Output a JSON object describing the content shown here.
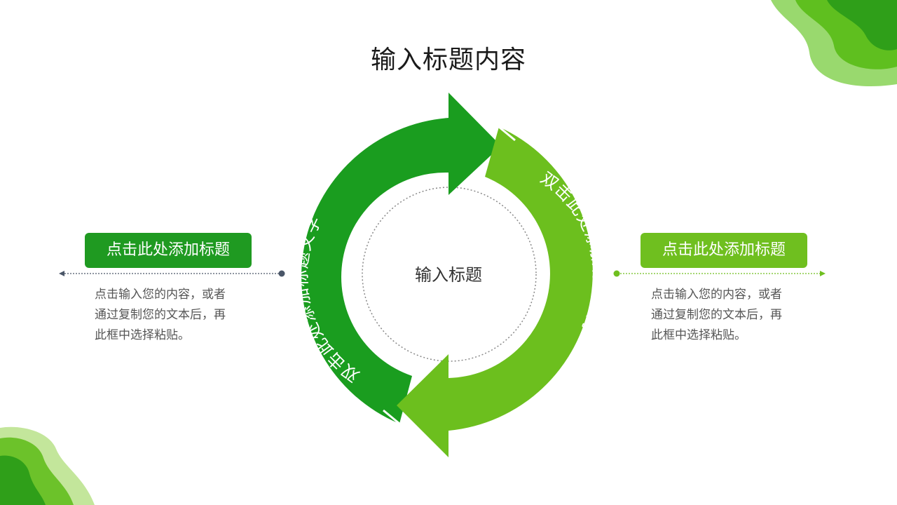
{
  "slide": {
    "title": "输入标题内容",
    "center_label": "输入标题",
    "arc_left_text": "双击此处添加标题文字",
    "arc_right_text": "双击此处添加标题文字"
  },
  "left_block": {
    "heading": "点击此处添加标题",
    "lines": [
      "点击输入您的内容，或者",
      "通过复制您的文本后，再",
      "此框中选择粘贴。"
    ]
  },
  "right_block": {
    "heading": "点击此处添加标题",
    "lines": [
      "点击输入您的内容，或者",
      "通过复制您的文本后，再",
      "此框中选择粘贴。"
    ]
  },
  "colors": {
    "dark_green": "#1a9d1f",
    "light_green": "#6cbf1e",
    "connector_left": "#4a5668",
    "connector_right": "#6fbf1f"
  }
}
